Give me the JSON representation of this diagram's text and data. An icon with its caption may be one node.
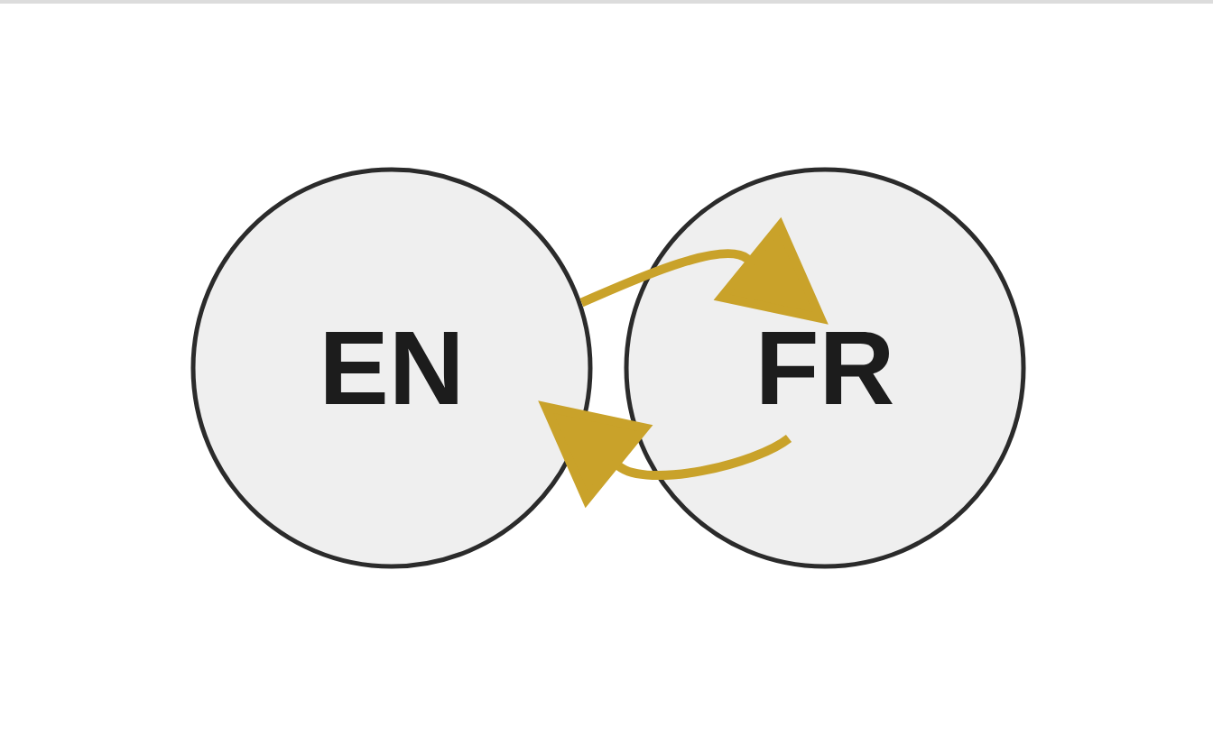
{
  "diagram": {
    "nodes": [
      {
        "text": [
          "EN"
        ]
      },
      {
        "text": [
          "FR"
        ]
      }
    ],
    "edges": [
      {
        "from": 0,
        "to": 1,
        "arrow": "to"
      },
      {
        "from": 1,
        "to": 0,
        "arrow": "to"
      }
    ]
  }
}
